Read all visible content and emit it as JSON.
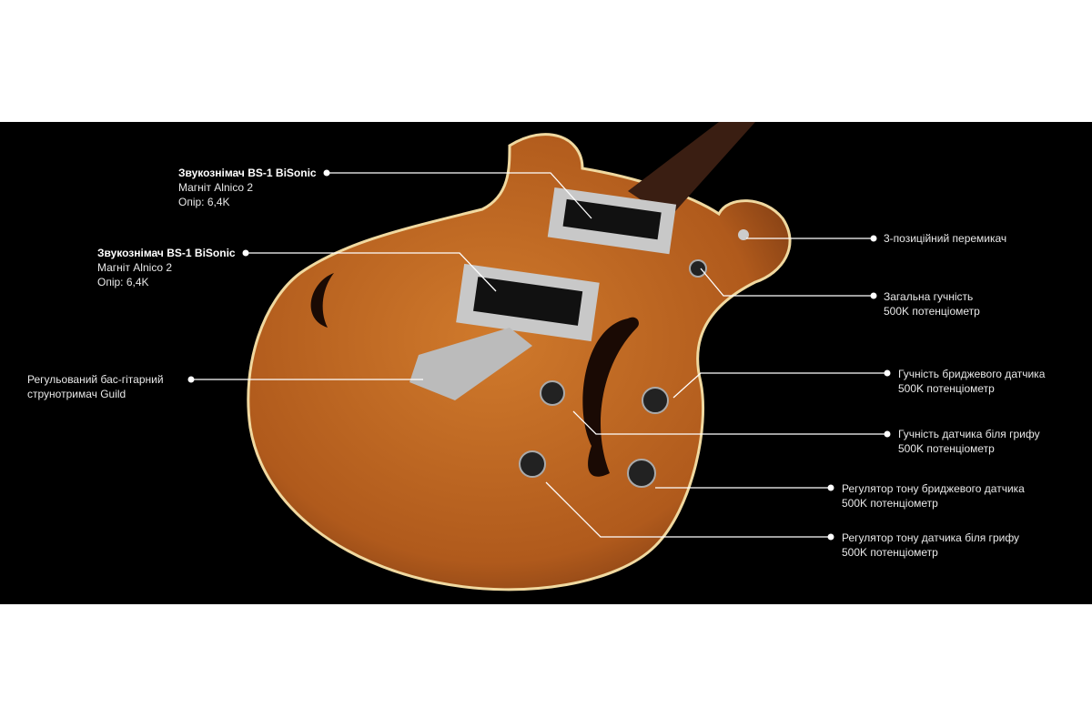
{
  "callouts": [
    {
      "title": "Звукознімач BS-1 BiSonic",
      "lines": [
        "Магніт Alnico 2",
        "Опір: 6,4K"
      ]
    },
    {
      "title": "Звукознімач BS-1 BiSonic",
      "lines": [
        "Магніт Alnico 2",
        "Опір: 6,4K"
      ]
    },
    {
      "lines": [
        "Регульований бас-гітарний",
        "струнотримач Guild"
      ]
    },
    {
      "lines": [
        "3-позиційний перемикач"
      ]
    },
    {
      "lines": [
        "Загальна гучність",
        "500K потенціометр"
      ]
    },
    {
      "lines": [
        "Гучність бриджевого датчика",
        "500K потенціометр"
      ]
    },
    {
      "lines": [
        "Гучність датчика біля грифу",
        "500K потенціометр"
      ]
    },
    {
      "lines": [
        "Регулятор тону бриджевого датчика",
        "500K потенціометр"
      ]
    },
    {
      "lines": [
        "Регулятор тону датчика біля грифу",
        "500K потенціометр"
      ]
    }
  ],
  "colors": {
    "background": "#000000",
    "body": "#b8621f",
    "line": "#ffffff"
  }
}
